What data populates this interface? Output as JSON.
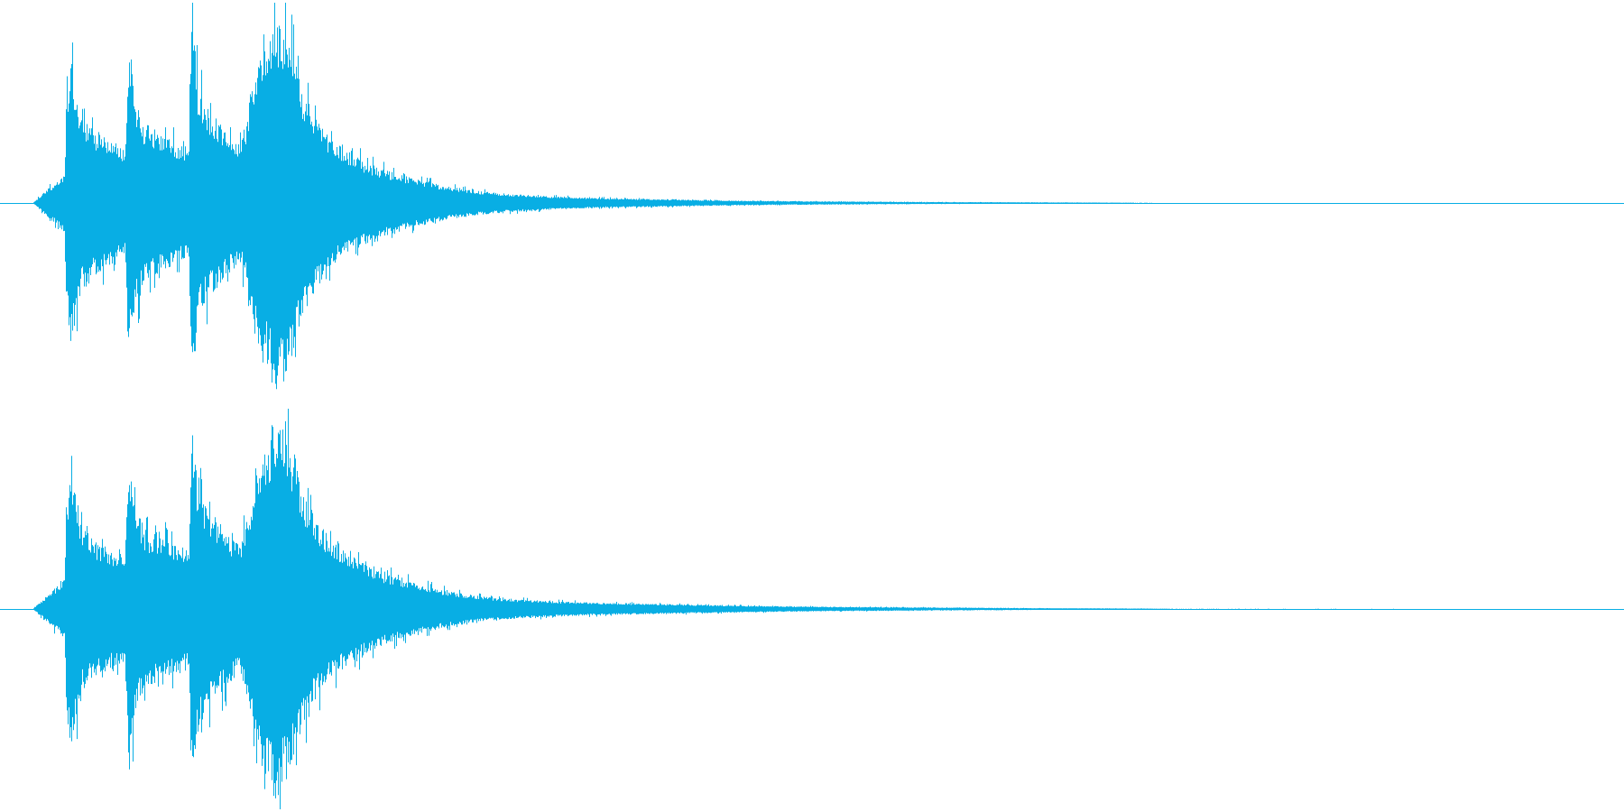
{
  "chart_data": {
    "type": "area",
    "title": "",
    "xlabel": "",
    "ylabel": "",
    "ylim": [
      -1,
      1
    ],
    "grid": false,
    "legend": "none",
    "color": "#08aee4",
    "channels": [
      {
        "id": "channel-1",
        "envelope": {
          "x": [
            0.0,
            0.02,
            0.021,
            0.024,
            0.03,
            0.04,
            0.05,
            0.058,
            0.06,
            0.064,
            0.07,
            0.08,
            0.09,
            0.098,
            0.1,
            0.104,
            0.11,
            0.12,
            0.13,
            0.134,
            0.138,
            0.142,
            0.148,
            0.152,
            0.155,
            0.16,
            0.165,
            0.17,
            0.18,
            0.19,
            0.2,
            0.21,
            0.22,
            0.24,
            0.26,
            0.28,
            0.3,
            0.33,
            0.36,
            0.4,
            0.44,
            0.48,
            0.52,
            0.56,
            0.6,
            0.64,
            0.68,
            0.7,
            0.72,
            1.0
          ],
          "values": [
            0.0,
            0.15,
            0.55,
            0.72,
            0.45,
            0.36,
            0.32,
            0.26,
            0.78,
            0.55,
            0.4,
            0.35,
            0.3,
            0.28,
            0.95,
            0.58,
            0.48,
            0.38,
            0.3,
            0.4,
            0.62,
            0.72,
            0.82,
            0.98,
            0.9,
            0.85,
            0.7,
            0.55,
            0.4,
            0.3,
            0.25,
            0.2,
            0.17,
            0.12,
            0.085,
            0.06,
            0.045,
            0.032,
            0.024,
            0.018,
            0.012,
            0.009,
            0.007,
            0.005,
            0.004,
            0.003,
            0.002,
            0.0015,
            0.001,
            0.001
          ]
        }
      },
      {
        "id": "channel-2",
        "envelope": {
          "x": [
            0.0,
            0.02,
            0.021,
            0.024,
            0.03,
            0.04,
            0.05,
            0.058,
            0.06,
            0.064,
            0.07,
            0.08,
            0.09,
            0.098,
            0.1,
            0.104,
            0.11,
            0.12,
            0.13,
            0.134,
            0.138,
            0.142,
            0.148,
            0.152,
            0.155,
            0.16,
            0.165,
            0.17,
            0.18,
            0.19,
            0.2,
            0.21,
            0.22,
            0.24,
            0.26,
            0.28,
            0.3,
            0.33,
            0.36,
            0.4,
            0.44,
            0.48,
            0.52,
            0.56,
            0.6,
            0.64,
            0.68,
            0.7,
            0.72,
            1.0
          ],
          "values": [
            0.0,
            0.15,
            0.52,
            0.72,
            0.42,
            0.34,
            0.3,
            0.26,
            0.8,
            0.55,
            0.4,
            0.36,
            0.33,
            0.3,
            0.97,
            0.6,
            0.5,
            0.4,
            0.32,
            0.42,
            0.6,
            0.72,
            0.84,
            0.98,
            0.92,
            0.85,
            0.72,
            0.58,
            0.42,
            0.33,
            0.27,
            0.22,
            0.18,
            0.13,
            0.09,
            0.065,
            0.05,
            0.038,
            0.03,
            0.024,
            0.018,
            0.013,
            0.01,
            0.008,
            0.006,
            0.004,
            0.003,
            0.002,
            0.0015,
            0.001
          ]
        }
      }
    ]
  }
}
